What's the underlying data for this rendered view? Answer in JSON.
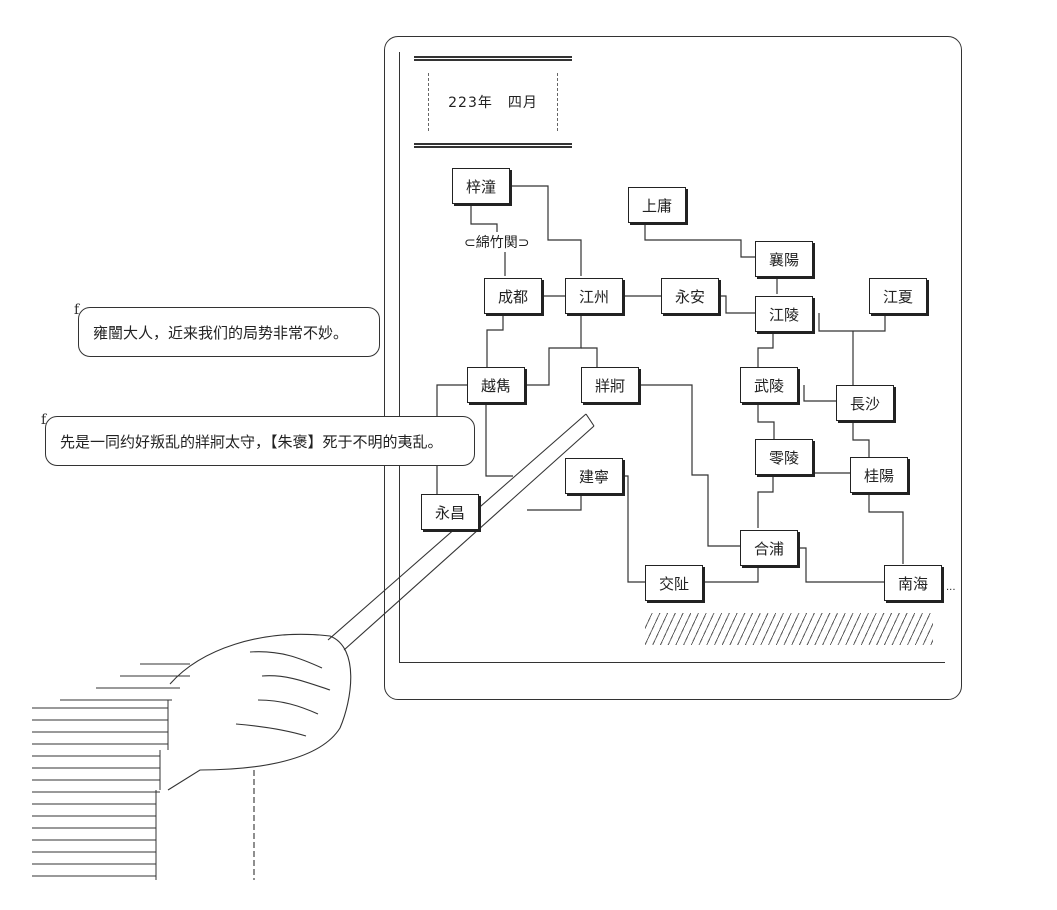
{
  "date": "223年　四月",
  "pass_label": "⊂綿竹関⊃",
  "nodes": {
    "zitong": "梓潼",
    "shangyong": "上庸",
    "xiangyang": "襄陽",
    "chengdu": "成都",
    "jiangzhou": "江州",
    "yongan": "永安",
    "jiangling": "江陵",
    "jiangxia": "江夏",
    "yuexi": "越雋",
    "zangke": "牂牁",
    "wuling": "武陵",
    "changsha": "長沙",
    "lingling": "零陵",
    "jianning": "建寧",
    "guiyang": "桂陽",
    "yongchang": "永昌",
    "hepu": "合浦",
    "jiaozhi": "交阯",
    "nanhai": "南海"
  },
  "dialogue": {
    "line1": "雍闓大人，近来我们的局势非常不妙。",
    "line2": "先是一同约好叛乱的牂牁太守，【朱褒】死于不明的夷乱。",
    "speaker_mark": "f"
  },
  "ellipsis": "..."
}
